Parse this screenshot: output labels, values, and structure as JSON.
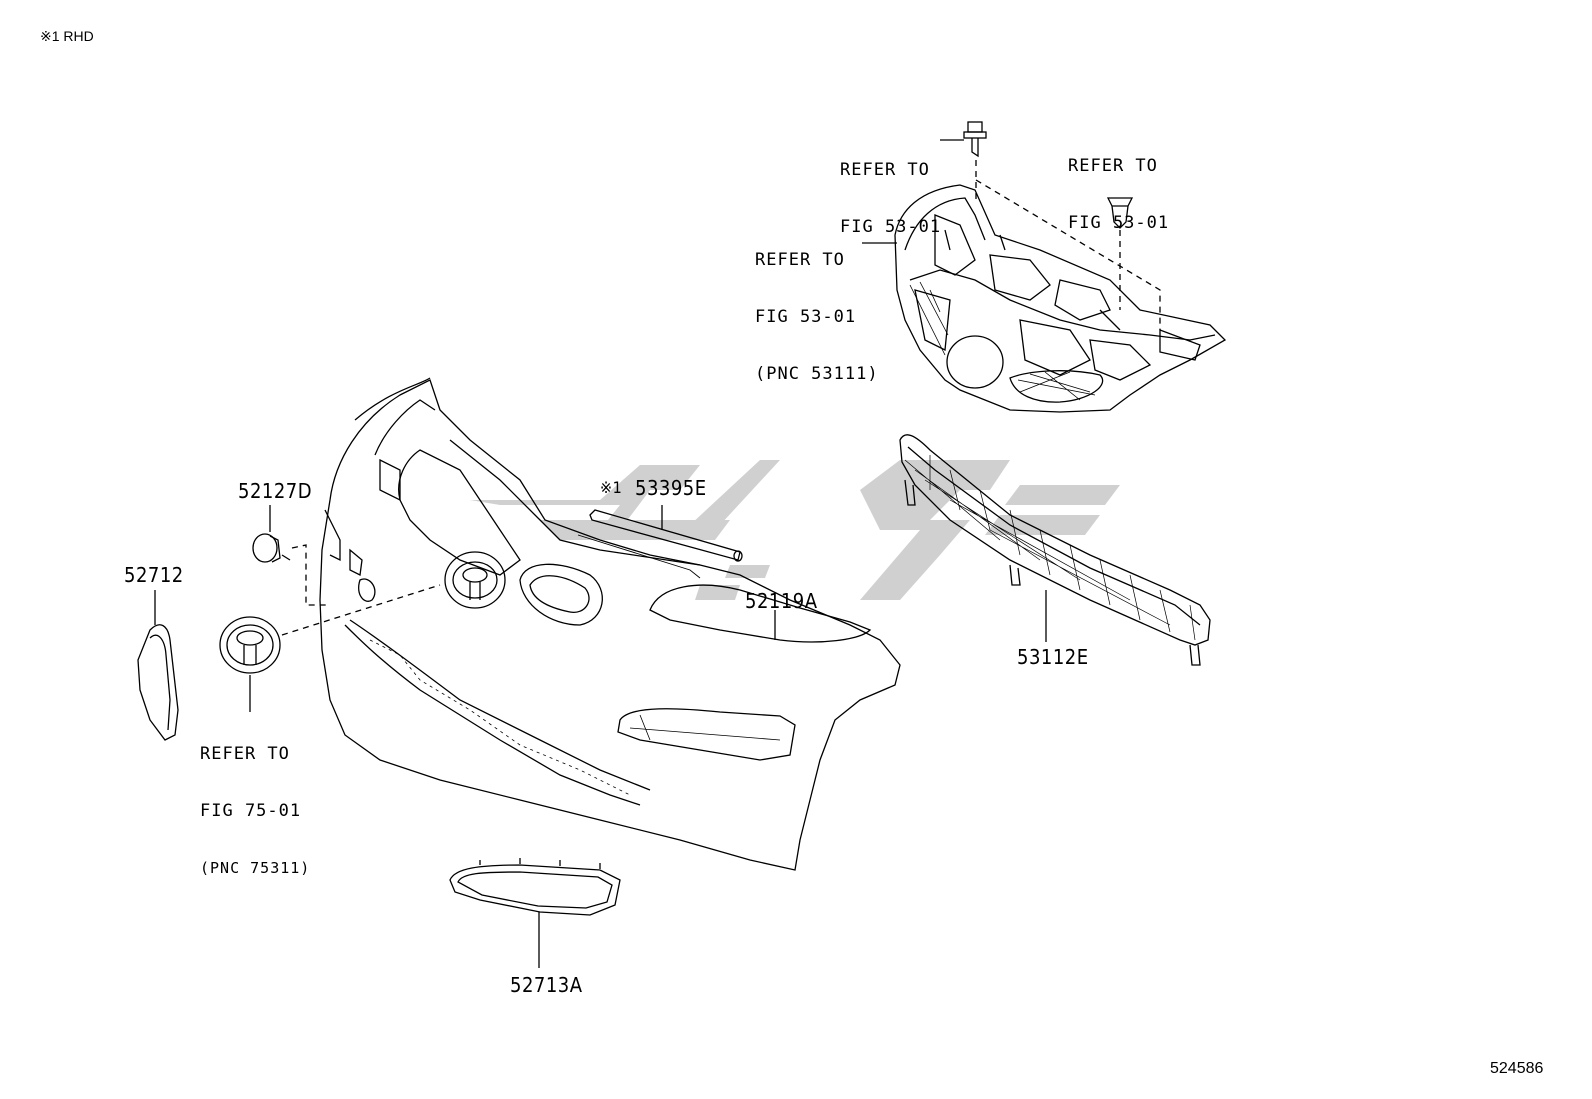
{
  "header": {
    "note": "※1 RHD"
  },
  "figure_number": "524586",
  "refs": [
    {
      "id": "ref-53-01-bolt",
      "lines": [
        "REFER TO",
        "FIG 53-01"
      ]
    },
    {
      "id": "ref-53-01-clip",
      "lines": [
        "REFER TO",
        "FIG 53-01"
      ]
    },
    {
      "id": "ref-53-01-grille",
      "lines": [
        "REFER TO",
        "FIG 53-01",
        "(PNC 53111)"
      ]
    },
    {
      "id": "ref-75-01-emblem",
      "lines": [
        "REFER TO",
        "FIG 75-01",
        "(PNC 75311)"
      ]
    }
  ],
  "parts": {
    "p52127D": "52127D",
    "p52712": "52712",
    "p53395E": "53395E",
    "p53395E_mark": "※1",
    "p52119A": "52119A",
    "p53112E": "53112E",
    "p52713A": "52713A"
  },
  "colors": {
    "line": "#000000",
    "watermark": "#c8c8c8",
    "background": "#ffffff"
  }
}
